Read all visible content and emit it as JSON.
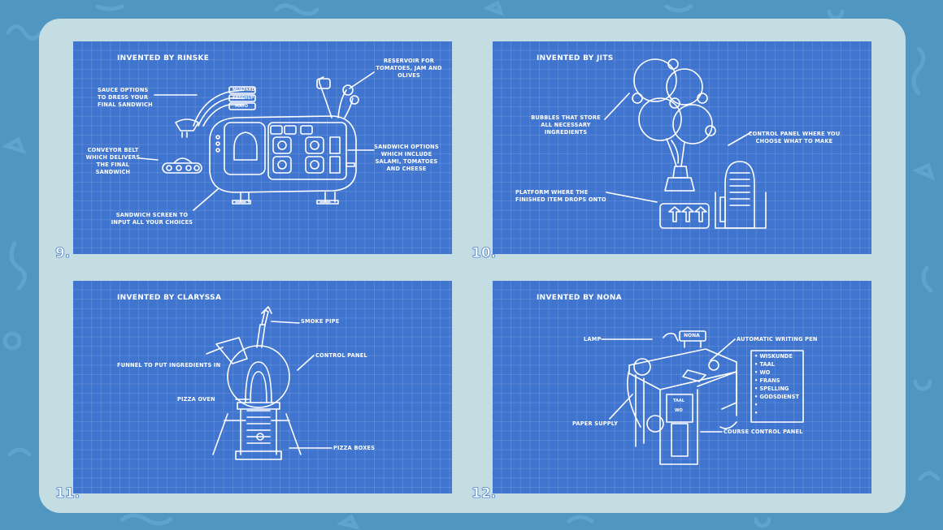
{
  "colors": {
    "background": "#4f97c1",
    "card": "#c4dde3",
    "blueprint": "#3f74cf",
    "ink": "#ffffff"
  },
  "panels": [
    {
      "number": "9.",
      "title": "INVENTED BY RINSKE",
      "labels": {
        "sauce": "SAUCE OPTIONS TO DRESS YOUR FINAL SANDWICH",
        "reservoir": "RESERVOIR FOR TOMATOES, JAM AND OLIVES",
        "conveyor": "CONVEYOR BELT WHICH DELIVERS THE FINAL SANDWICH",
        "options": "SANDWICH OPTIONS WHICH INCLUDE SALAMI, TOMATOES AND CHEESE",
        "screen": "SANDWICH SCREEN TO INPUT ALL YOUR CHOICES",
        "sauce1": "MUSTARD",
        "sauce2": "KETCHUP",
        "sauce3": "MAYO"
      }
    },
    {
      "number": "10.",
      "title": "INVENTED BY JITS",
      "labels": {
        "bubbles": "BUBBLES THAT STORE ALL NECESSARY INGREDIENTS",
        "control": "CONTROL PANEL WHERE YOU CHOOSE WHAT TO MAKE",
        "platform": "PLATFORM WHERE THE FINISHED ITEM DROPS ONTO"
      }
    },
    {
      "number": "11.",
      "title": "INVENTED BY CLARYSSA",
      "labels": {
        "smoke": "SMOKE PIPE",
        "funnel": "FUNNEL TO PUT INGREDIENTS IN",
        "control": "CONTROL PANEL",
        "oven": "PIZZA OVEN",
        "boxes": "PIZZA BOXES"
      }
    },
    {
      "number": "12.",
      "title": "INVENTED BY NONA",
      "labels": {
        "lamp": "LAMP",
        "pen": "AUTOMATIC WRITING PEN",
        "paper": "PAPER SUPPLY",
        "course": "COURSE CONTROL PANEL",
        "sign": "NONA",
        "tag1": "TAAL",
        "tag2": "WO"
      },
      "checklist": [
        "WISKUNDE",
        "TAAL",
        "WO",
        "FRANS",
        "SPELLING",
        "GODSDIENST",
        "",
        ""
      ]
    }
  ]
}
